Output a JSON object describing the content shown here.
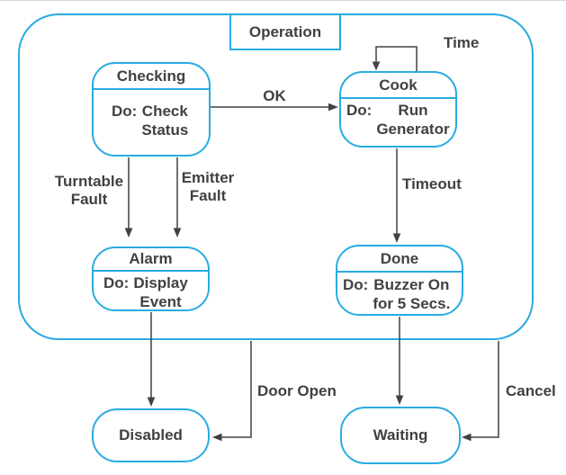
{
  "diagram": {
    "accent_color": "#29ABE2",
    "ink_color": "#414042"
  },
  "superstate": {
    "label": "Operation"
  },
  "states": {
    "checking": {
      "title": "Checking",
      "do_label": "Do:",
      "action_lines": [
        "Check",
        "Status"
      ]
    },
    "cook": {
      "title": "Cook",
      "do_label": "Do:",
      "action_lines": [
        "Run",
        "Generator"
      ]
    },
    "alarm": {
      "title": "Alarm",
      "do_label": "Do:",
      "action_lines": [
        "Display",
        "Event"
      ]
    },
    "done": {
      "title": "Done",
      "do_label": "Do:",
      "action_lines": [
        "Buzzer On",
        "for 5 Secs."
      ]
    },
    "disabled": {
      "title": "Disabled"
    },
    "waiting": {
      "title": "Waiting"
    }
  },
  "transitions": {
    "time": {
      "label": "Time"
    },
    "ok": {
      "label": "OK"
    },
    "turntable_fault": {
      "label_lines": [
        "Turntable",
        "Fault"
      ]
    },
    "emitter_fault": {
      "label_lines": [
        "Emitter",
        "Fault"
      ]
    },
    "timeout": {
      "label": "Timeout"
    },
    "door_open": {
      "label": "Door Open"
    },
    "cancel": {
      "label": "Cancel"
    }
  }
}
